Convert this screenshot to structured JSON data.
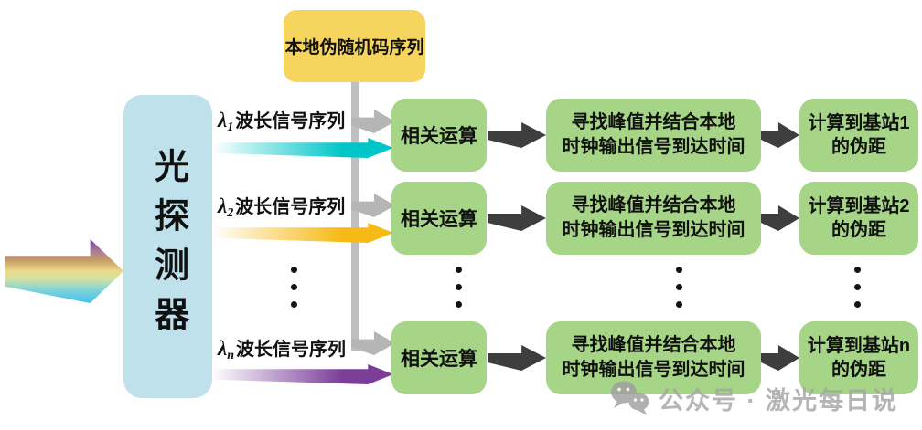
{
  "nodes": {
    "detector": "光探测器",
    "prn": "本地伪随机码序列"
  },
  "rows": [
    {
      "lambda_sym": "λ",
      "lambda_sub": "1",
      "lambda_text": "波长信号序列",
      "corr_label": "相关运算",
      "peak_line1": "寻找峰值并结合本地",
      "peak_line2": "时钟输出信号到达时间",
      "range_line1": "计算到基站1",
      "range_line2": "的伪距",
      "signal_color": "#00c6c9"
    },
    {
      "lambda_sym": "λ",
      "lambda_sub": "2",
      "lambda_text": "波长信号序列",
      "corr_label": "相关运算",
      "peak_line1": "寻找峰值并结合本地",
      "peak_line2": "时钟输出信号到达时间",
      "range_line1": "计算到基站2",
      "range_line2": "的伪距",
      "signal_color": "#f6b915"
    },
    {
      "lambda_sym": "λ",
      "lambda_sub": "n",
      "lambda_text": "波长信号序列",
      "corr_label": "相关运算",
      "peak_line1": "寻找峰值并结合本地",
      "peak_line2": "时钟输出信号到达时间",
      "range_line1": "计算到基站n",
      "range_line2": "的伪距",
      "signal_color": "#7a3e99"
    }
  ],
  "watermark": {
    "source_label": "公众号 · 激光每日说"
  },
  "colors": {
    "detector_fill": "#bfe1ec",
    "prn_fill": "#f6d55e",
    "process_fill": "#a6d587",
    "grey_arrow": "#b5b5b5",
    "black_arrow": "#3e3e3e",
    "lambda1_arrow": "#00c6c9",
    "lambda2_arrow": "#f6b915",
    "lambdan_arrow": "#7a3e99"
  }
}
